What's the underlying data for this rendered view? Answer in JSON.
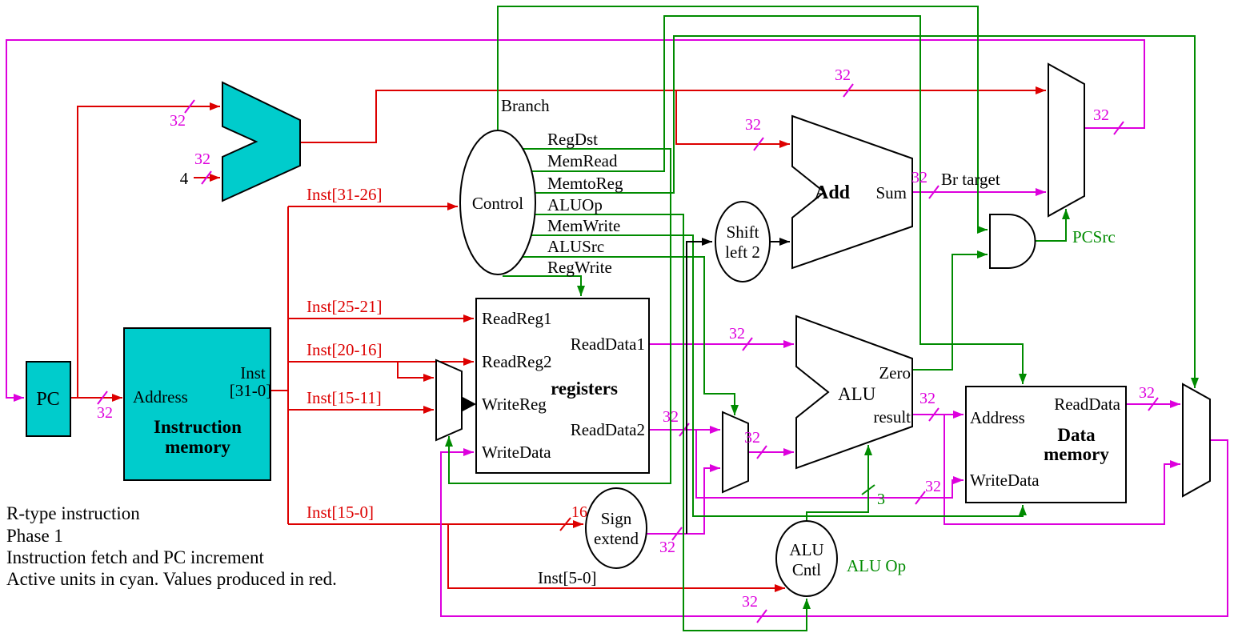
{
  "diagram": {
    "colors": {
      "active": "#00cccc",
      "produced": "#dd0000",
      "bus": "#dd00dd",
      "control": "#008b00",
      "plain": "#000000"
    },
    "pc": {
      "label": "PC"
    },
    "instruction_memory": {
      "address": "Address",
      "inst": "Inst",
      "inst_range": "[31-0]",
      "name1": "Instruction",
      "name2": "memory"
    },
    "control": {
      "label": "Control",
      "signals": [
        "Branch",
        "RegDst",
        "MemRead",
        "MemtoReg",
        "ALUOp",
        "MemWrite",
        "ALUSrc",
        "RegWrite"
      ]
    },
    "registers": {
      "label": "registers",
      "read_reg1": "ReadReg1",
      "read_reg2": "ReadReg2",
      "write_reg": "WriteReg",
      "write_data": "WriteData",
      "read_data1": "ReadData1",
      "read_data2": "ReadData2"
    },
    "sign_extend": {
      "line1": "Sign",
      "line2": "extend"
    },
    "shift_left": {
      "line1": "Shift",
      "line2": "left 2"
    },
    "add": {
      "label": "Add",
      "sum": "Sum"
    },
    "alu": {
      "label": "ALU",
      "zero": "Zero",
      "result": "result"
    },
    "alu_cntl": {
      "line1": "ALU",
      "line2": "Cntl"
    },
    "data_memory": {
      "read_data": "ReadData",
      "address": "Address",
      "name1": "Data",
      "name2": "memory",
      "write_data": "WriteData"
    },
    "wires": {
      "inst_31_26": "Inst[31-26]",
      "inst_25_21": "Inst[25-21]",
      "inst_20_16": "Inst[20-16]",
      "inst_15_11": "Inst[15-11]",
      "inst_15_0": "Inst[15-0]",
      "inst_5_0": "Inst[5-0]",
      "four": "4",
      "w32": "32",
      "w16": "16",
      "w3": "3",
      "br_target": "Br target",
      "pcsrc": "PCSrc",
      "alu_op": "ALU Op"
    },
    "notes": [
      "R-type instruction",
      "Phase 1",
      "Instruction fetch and PC increment",
      "Active units in cyan.  Values produced in red."
    ]
  }
}
